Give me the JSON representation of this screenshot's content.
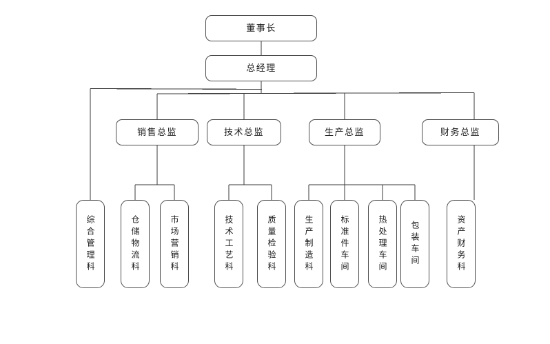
{
  "chart": {
    "type": "org-chart",
    "title": "",
    "orientation": "top-down",
    "levels": 4,
    "colors": {
      "box_border": "#4b4b4b",
      "box_fill": "#ffffff",
      "connector": "#3a3a3a",
      "text": "#1a1a1a",
      "background": "#ffffff"
    },
    "nodes": {
      "chairman": {
        "label": "董事长"
      },
      "general_manager": {
        "label": "总经理"
      },
      "directors": [
        {
          "label": "销售总监"
        },
        {
          "label": "技术总监"
        },
        {
          "label": "生产总监"
        },
        {
          "label": "财务总监"
        }
      ],
      "departments": [
        {
          "label": "综合管理科",
          "parent": "总经理"
        },
        {
          "label": "仓储物流科",
          "parent": "销售总监"
        },
        {
          "label": "市场营销科",
          "parent": "销售总监"
        },
        {
          "label": "技术工艺科",
          "parent": "技术总监"
        },
        {
          "label": "质量检验科",
          "parent": "技术总监"
        },
        {
          "label": "生产制造科",
          "parent": "生产总监"
        },
        {
          "label": "标准件车间",
          "parent": "生产总监"
        },
        {
          "label": "热处理车间",
          "parent": "生产总监"
        },
        {
          "label": "包装车间",
          "parent": "生产总监"
        },
        {
          "label": "资产财务科",
          "parent": "财务总监"
        }
      ]
    }
  }
}
